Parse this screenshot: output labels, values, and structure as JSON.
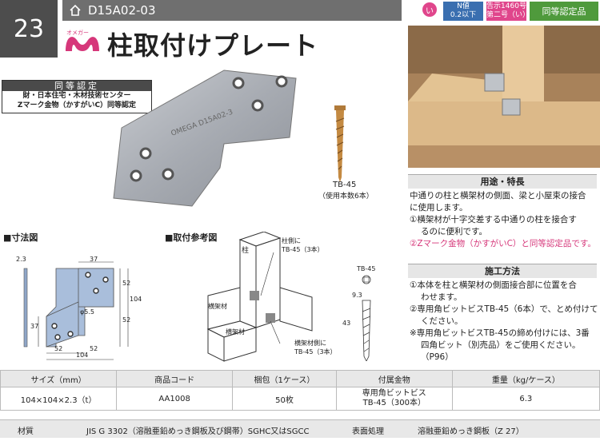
{
  "header": {
    "page_number": "23",
    "product_code": "D15A02-03",
    "badge_i": "い",
    "n_value_l1": "N値",
    "n_value_l2": "0.2以下",
    "notice_l1": "告示1460号",
    "notice_l2": "第二号（い）",
    "certified": "同等認定品",
    "logo_text": "オメガー",
    "title": "柱取付けプレート"
  },
  "cert": {
    "head": "同等認定",
    "line1": "財・日本住宅・木材技術センター",
    "line2": "Zマーク金物（かすがいC）同等認定"
  },
  "screw": {
    "name": "TB-45",
    "note": "（使用本数6本）"
  },
  "dimension": {
    "label": "■寸法図",
    "d_thick": "2.3",
    "d_37": "37",
    "d_52": "52",
    "d_104": "104",
    "d_52b": "52",
    "d_37b": "37",
    "d_hole": "φ5.5",
    "d_52c": "52",
    "d_52d": "52",
    "d_104b": "104"
  },
  "install": {
    "label": "■取付参考図",
    "pillar": "柱",
    "pillar_side_l1": "柱側に",
    "pillar_side_l2": "TB-45（3本）",
    "beam1": "横架材",
    "beam2": "横架材",
    "beam_side_l1": "横架材側に",
    "beam_side_l2": "TB-45（3本）",
    "screw_name": "TB-45",
    "screw_d": "9.3",
    "screw_len": "43"
  },
  "usage": {
    "head": "用途・特長",
    "l1": "中通りの柱と横架材の側面、梁と小屋束の接合",
    "l2": "に使用します。",
    "l3": "①横架材が十字交差する中通りの柱を接合す",
    "l4": "るのに便利です。",
    "l5": "②Zマーク金物（かすがいC）と同等認定品です。"
  },
  "method": {
    "head": "施工方法",
    "l1": "①本体を柱と横架材の側面接合部に位置を合",
    "l2": "わせます。",
    "l3": "②専用角ビットビスTB-45（6本）で、とめ付けて",
    "l4": "ください。",
    "l5": "※専用角ビットビスTB-45の締め付けには、3番",
    "l6": "四角ビット（別売品）をご使用ください。（P96）"
  },
  "table": {
    "h_size": "サイズ（mm）",
    "h_code": "商品コード",
    "h_pack": "梱包（1ケース）",
    "h_acc": "付属金物",
    "h_weight": "重量（kg/ケース）",
    "v_size": "104×104×2.3（t）",
    "v_code": "AA1008",
    "v_pack": "50枚",
    "v_acc1": "専用角ビットビス",
    "v_acc2": "TB-45（300本）",
    "v_weight": "6.3"
  },
  "material": {
    "label": "材質",
    "value": "JIS G 3302（溶融亜鉛めっき鋼板及び鋼帯）SGHC又はSGCC",
    "treat_label": "表面処理",
    "treat_value": "溶融亜鉛めっき鋼板（Z 27）"
  },
  "colors": {
    "dark": "#4d4d4d",
    "pink": "#e0468c",
    "blue": "#3a6fb0",
    "green": "#4f9a3c",
    "gray": "#6f6f6f"
  }
}
